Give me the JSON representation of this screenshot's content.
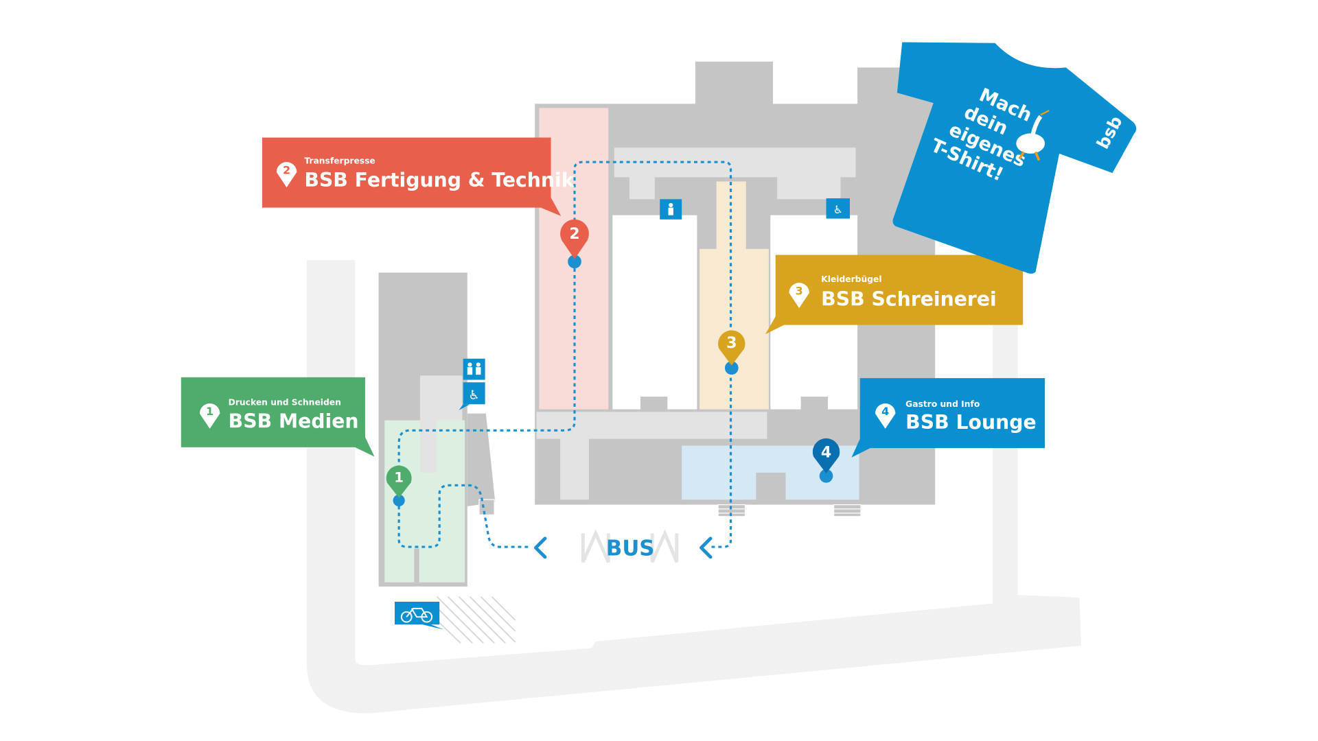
{
  "colors": {
    "green": "#4fac6c",
    "red": "#e8604c",
    "yellow": "#d8a31e",
    "blue": "#0a90d0",
    "building": "#c6c5c6",
    "road": "#f2f1f2"
  },
  "locations": [
    {
      "number": "1",
      "subtitle": "Drucken und Schneiden",
      "title": "BSB Medien"
    },
    {
      "number": "2",
      "subtitle": "Transferpresse",
      "title": "BSB Fertigung & Technik"
    },
    {
      "number": "3",
      "subtitle": "Kleiderbügel",
      "title": "BSB Schreinerei"
    },
    {
      "number": "4",
      "subtitle": "Gastro und Info",
      "title": "BSB Lounge"
    }
  ],
  "bus_label": "BUS",
  "tshirt": {
    "lines": [
      "Mach",
      "dein",
      "eigenes",
      "T-Shirt!"
    ],
    "brand": "bsb"
  },
  "icons": [
    "restroom-icon",
    "wheelchair-restroom-icon",
    "wheelchair-icon",
    "bicycle-icon",
    "bus-arrow-icon"
  ]
}
